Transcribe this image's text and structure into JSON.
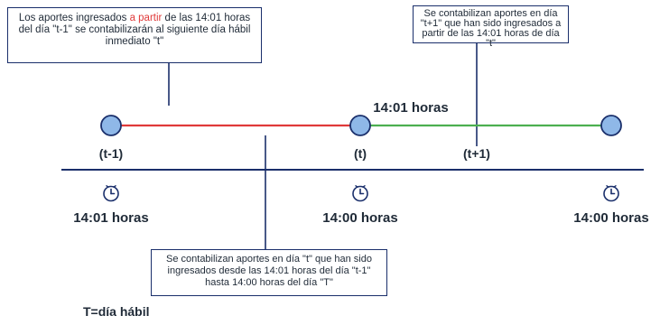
{
  "callouts": {
    "left": {
      "part1": "Los aportes ingresados ",
      "highlight": "a partir",
      "part2": " de las 14:01 horas del día \"t-1\" se contabilizarán al siguiente día hábil inmediato \"t\""
    },
    "right": "Se contabilizan aportes en día \"t+1\" que han sido ingresados a partir de las 14:01 horas de día \"t\"",
    "bottom": "Se contabilizan aportes en día \"t\" que han sido ingresados desde las 14:01 horas del día \"t-1\" hasta 14:00 horas del día \"T\""
  },
  "timeline": {
    "cutoff_label": "14:01 horas",
    "nodes": [
      "(t-1)",
      "(t)",
      "(t+1)"
    ],
    "times": [
      "14:01 horas",
      "14:00 horas",
      "14:00 horas"
    ]
  },
  "footnote": "T=día hábil",
  "icons": {
    "timeline_node": "circle-node-icon",
    "clock": "clock-icon"
  },
  "colors": {
    "node_fill": "#8fb8e8",
    "node_stroke": "#1a2f6b",
    "segment_red": "#e03a3a",
    "segment_green": "#4caf50",
    "axis": "#1a2f6b",
    "callout_border": "#1a2f6b",
    "highlight_text": "#e03a3a"
  }
}
